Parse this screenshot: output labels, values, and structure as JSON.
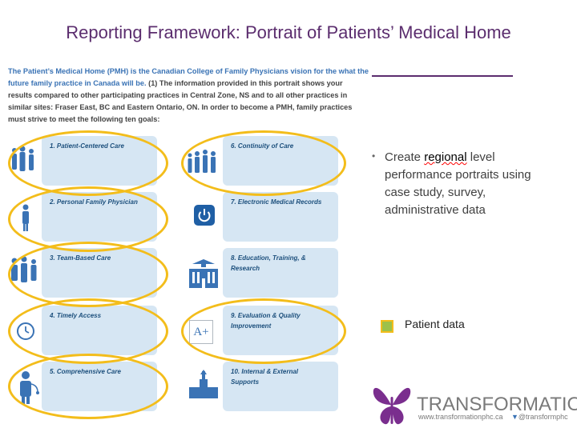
{
  "title": "Reporting Framework: Portrait of Patients’ Medical Home",
  "intro": {
    "lead": "The Patient’s Medical Home (PMH) is the Canadian College of Family Physicians vision for the what the future family practice in Canada will be.",
    "rest": " (1) The information provided in this portrait shows your results compared to other participating practices in Central Zone, NS and to all other practices in similar sites: Fraser East, BC and Eastern Ontario, ON. In order to become a PMH, family practices must strive to meet the following ten goals:"
  },
  "goals_left": [
    {
      "label": "1. Patient-Centered Care",
      "icon": "people-group-icon"
    },
    {
      "label": "2. Personal Family Physician",
      "icon": "physician-icon"
    },
    {
      "label": "3. Team-Based Care",
      "icon": "care-team-icon"
    },
    {
      "label": "4. Timely Access",
      "icon": "clock-icon"
    },
    {
      "label": "5. Comprehensive Care",
      "icon": "doctor-stethoscope-icon"
    }
  ],
  "goals_right": [
    {
      "label": "6. Continuity of Care",
      "icon": "people-line-icon"
    },
    {
      "label": "7. Electronic Medical Records",
      "icon": "power-icon"
    },
    {
      "label": "8. Education, Training, &",
      "label2": "Research",
      "icon": "school-building-icon"
    },
    {
      "label": "9. Evaluation & Quality",
      "label2": "Improvement",
      "icon": "grade-a-icon"
    },
    {
      "label": "10. Internal & External",
      "label2": "Supports",
      "icon": "parliament-icon"
    }
  ],
  "grade_text": "A+",
  "bullet": {
    "before": "Create ",
    "highlight": "regional",
    "after": " level performance portraits using case study, survey, administrative data"
  },
  "legend": {
    "label": "Patient data",
    "swatch_color": "#9dc14a",
    "border_color": "#f3bd1b"
  },
  "logo": {
    "word": "TRANSFORMATION",
    "url": "www.transformationphc.ca",
    "twitter": "@transformphc",
    "color": "#7a2e8e"
  },
  "colors": {
    "title": "#5b2d6e",
    "card": "#d6e6f3",
    "ellipse": "#f3bd1b",
    "icon": "#3a73b5"
  }
}
